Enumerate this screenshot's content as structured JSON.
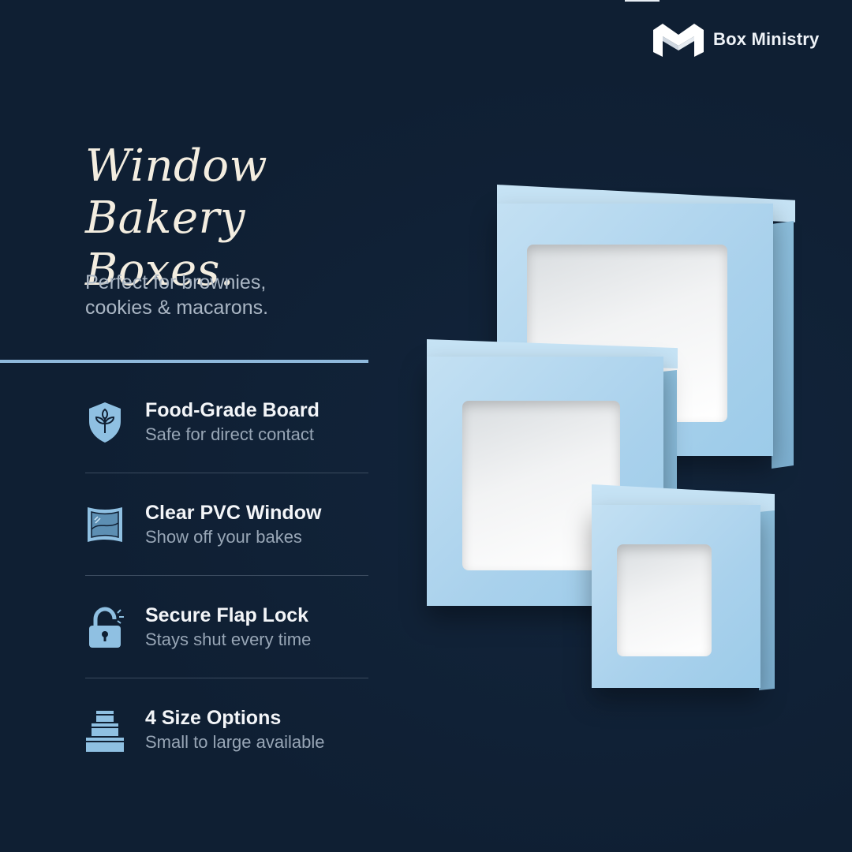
{
  "brand": {
    "name": "Box Ministry",
    "logo_icon": "box-m-logo-icon"
  },
  "hero": {
    "title_line1": "Window Bakery",
    "title_line2": "Boxes.",
    "subtitle_line1": "Perfect for brownies,",
    "subtitle_line2": "cookies & macarons."
  },
  "features": [
    {
      "icon": "shield-leaf-icon",
      "title": "Food-Grade Board",
      "subtitle": "Safe for direct contact"
    },
    {
      "icon": "window-pane-icon",
      "title": "Clear PVC Window",
      "subtitle": "Show off your bakes"
    },
    {
      "icon": "padlock-icon",
      "title": "Secure Flap Lock",
      "subtitle": "Stays shut every time"
    },
    {
      "icon": "stacked-boxes-icon",
      "title": "4 Size Options",
      "subtitle": "Small to large available"
    }
  ],
  "product_image": {
    "description": "Three light blue window bakery boxes in large, medium and small sizes",
    "box_color": "#b3d8ef",
    "window_color": "#f0f1f2"
  },
  "colors": {
    "background": "#0f1f33",
    "accent": "#8fb9dc",
    "title": "#f3ede0",
    "subtitle": "#aab6c4",
    "divider": "#3a4a5e",
    "icon": "#8fc0e2"
  }
}
